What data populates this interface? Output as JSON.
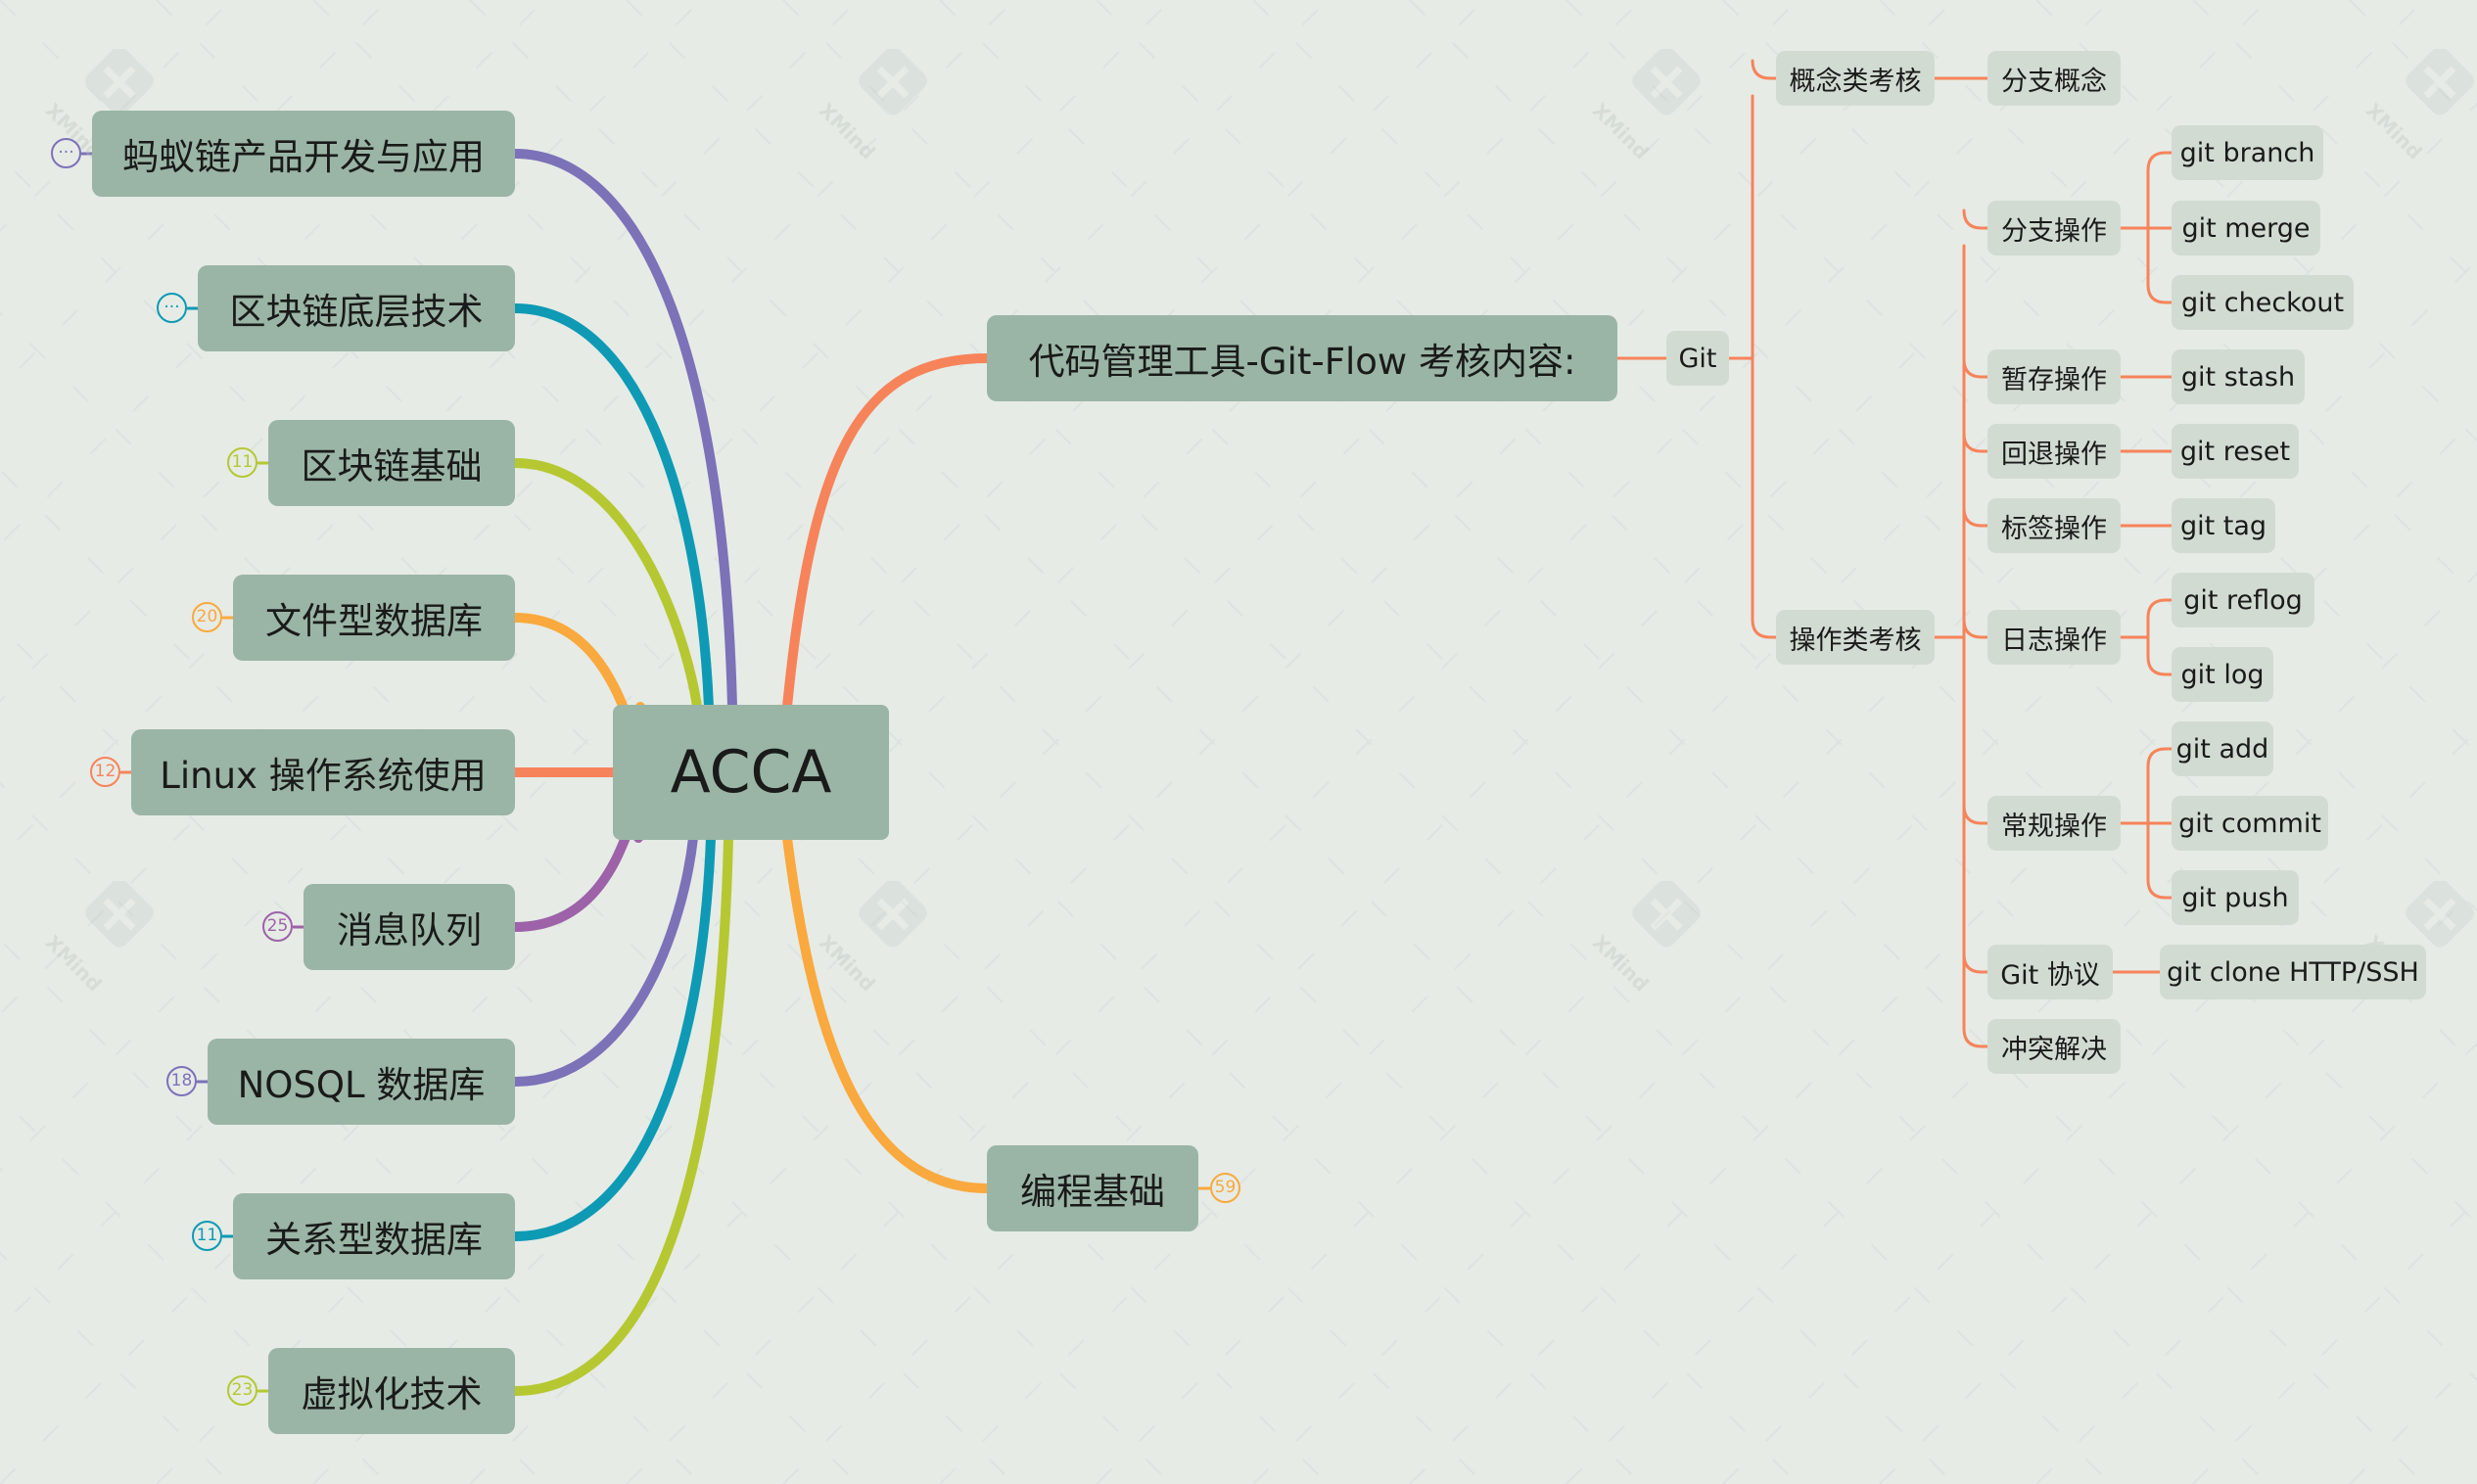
{
  "root": "ACCA",
  "watermark": "XMind",
  "left_topics": [
    {
      "label": "蚂蚁链产品开发与应用",
      "badge": "···",
      "color": "#7b72b8"
    },
    {
      "label": "区块链底层技术",
      "badge": "···",
      "color": "#0e9ab4"
    },
    {
      "label": "区块链基础",
      "badge": "11",
      "color": "#b5c832"
    },
    {
      "label": "文件型数据库",
      "badge": "20",
      "color": "#f9a93d"
    },
    {
      "label": "Linux 操作系统使用",
      "badge": "12",
      "color": "#f7835a"
    },
    {
      "label": "消息队列",
      "badge": "25",
      "color": "#9d62a8"
    },
    {
      "label": "NOSQL 数据库",
      "badge": "18",
      "color": "#7b72b8"
    },
    {
      "label": "关系型数据库",
      "badge": "11",
      "color": "#0e9ab4"
    },
    {
      "label": "虚拟化技术",
      "badge": "23",
      "color": "#b5c832"
    }
  ],
  "right_topics": [
    {
      "label": "代码管理工具-Git-Flow 考核内容:",
      "color": "#f7835a"
    },
    {
      "label": "编程基础",
      "badge": "59",
      "color": "#f9a93d"
    }
  ],
  "git_tree": {
    "label": "Git",
    "children": [
      {
        "label": "概念类考核",
        "children": [
          {
            "label": "分支概念",
            "children": []
          }
        ]
      },
      {
        "label": "操作类考核",
        "children": [
          {
            "label": "分支操作",
            "children": [
              "git branch",
              "git merge",
              "git checkout"
            ]
          },
          {
            "label": "暂存操作",
            "children": [
              "git stash"
            ]
          },
          {
            "label": "回退操作",
            "children": [
              "git reset"
            ]
          },
          {
            "label": "标签操作",
            "children": [
              "git tag"
            ]
          },
          {
            "label": "日志操作",
            "children": [
              "git reflog",
              "git log"
            ]
          },
          {
            "label": "常规操作",
            "children": [
              "git add",
              "git commit",
              "git push"
            ]
          },
          {
            "label": "Git 协议",
            "children": [
              "git clone HTTP/SSH"
            ]
          },
          {
            "label": "冲突解决",
            "children": []
          }
        ]
      }
    ]
  }
}
